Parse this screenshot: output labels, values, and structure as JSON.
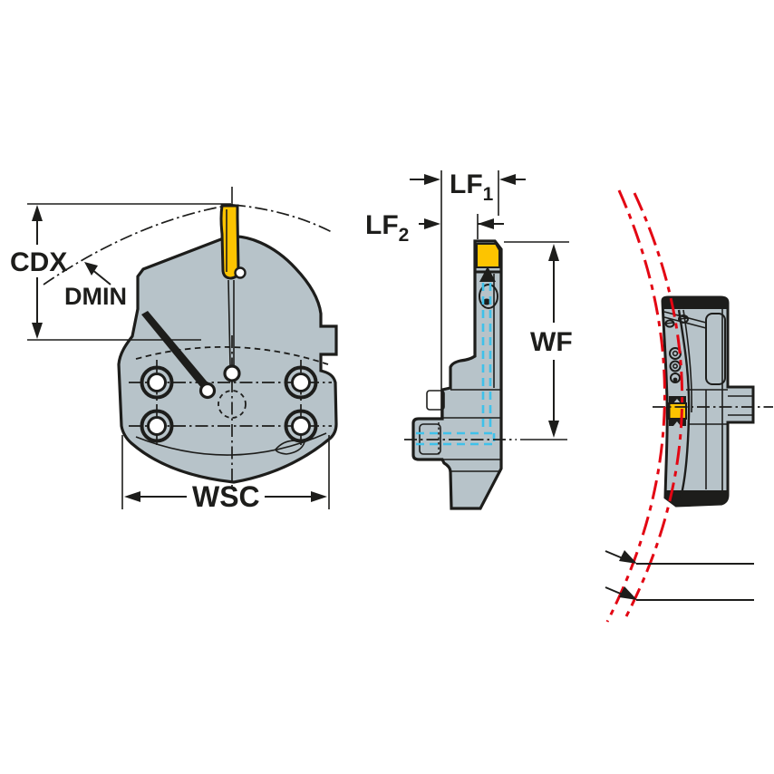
{
  "diagram": {
    "labels": {
      "cdx": "CDX",
      "dmin": "DMIN",
      "wsc": "WSC",
      "lf1": {
        "base": "LF",
        "sub": "1"
      },
      "lf2": {
        "base": "LF",
        "sub": "2"
      },
      "wf": "WF"
    },
    "colors": {
      "background": "#ffffff",
      "outline": "#1d1d1b",
      "body": "#b7c3c9",
      "insert": "#fdc400",
      "coolant": "#3fc1ea",
      "reference_red": "#e30613"
    }
  }
}
